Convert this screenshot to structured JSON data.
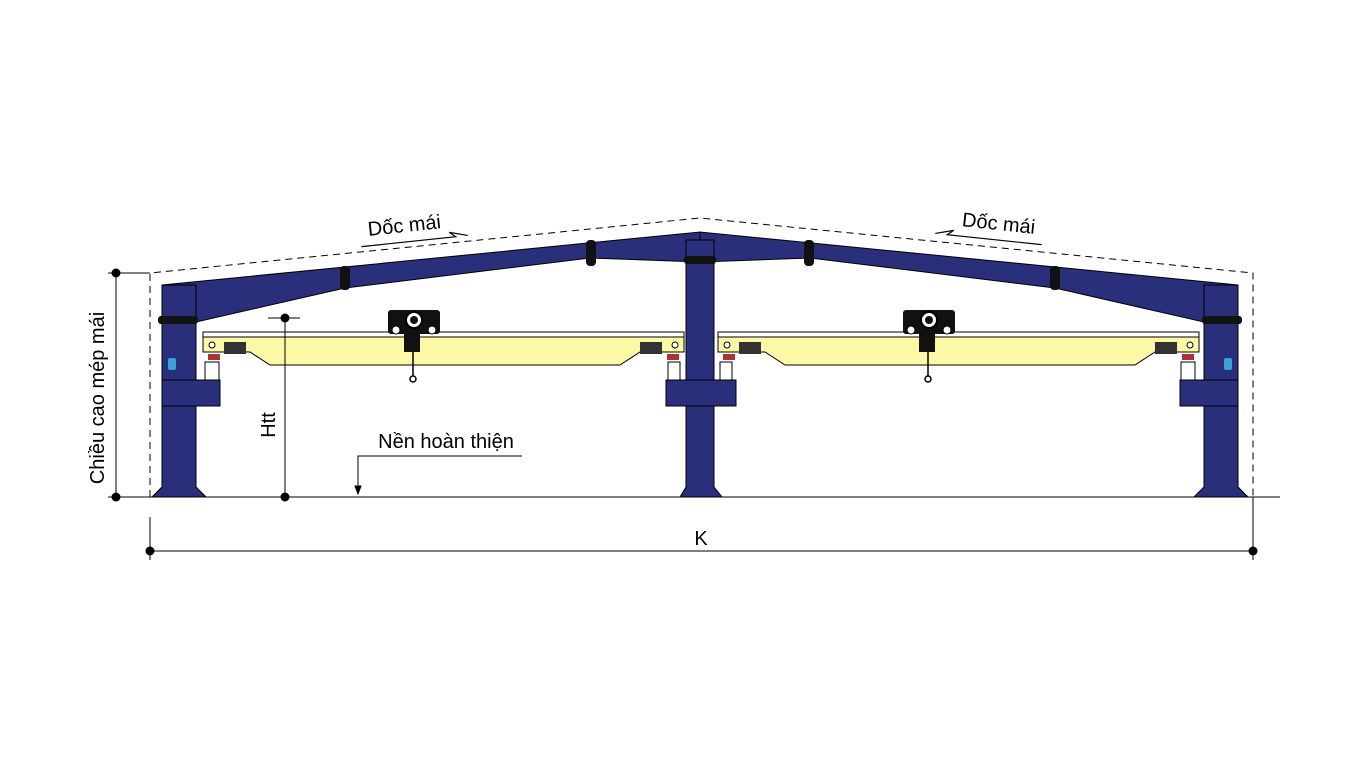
{
  "labels": {
    "roof_slope_left": "Dốc mái",
    "roof_slope_right": "Dốc mái",
    "eave_height": "Chiều cao mép mái",
    "crane_height": "Htt",
    "finished_floor": "Nền hoàn thiện",
    "span": "K"
  },
  "colors": {
    "steel": "#2a2f7c",
    "crane_beam": "#fbf8a6",
    "line": "#000000"
  }
}
